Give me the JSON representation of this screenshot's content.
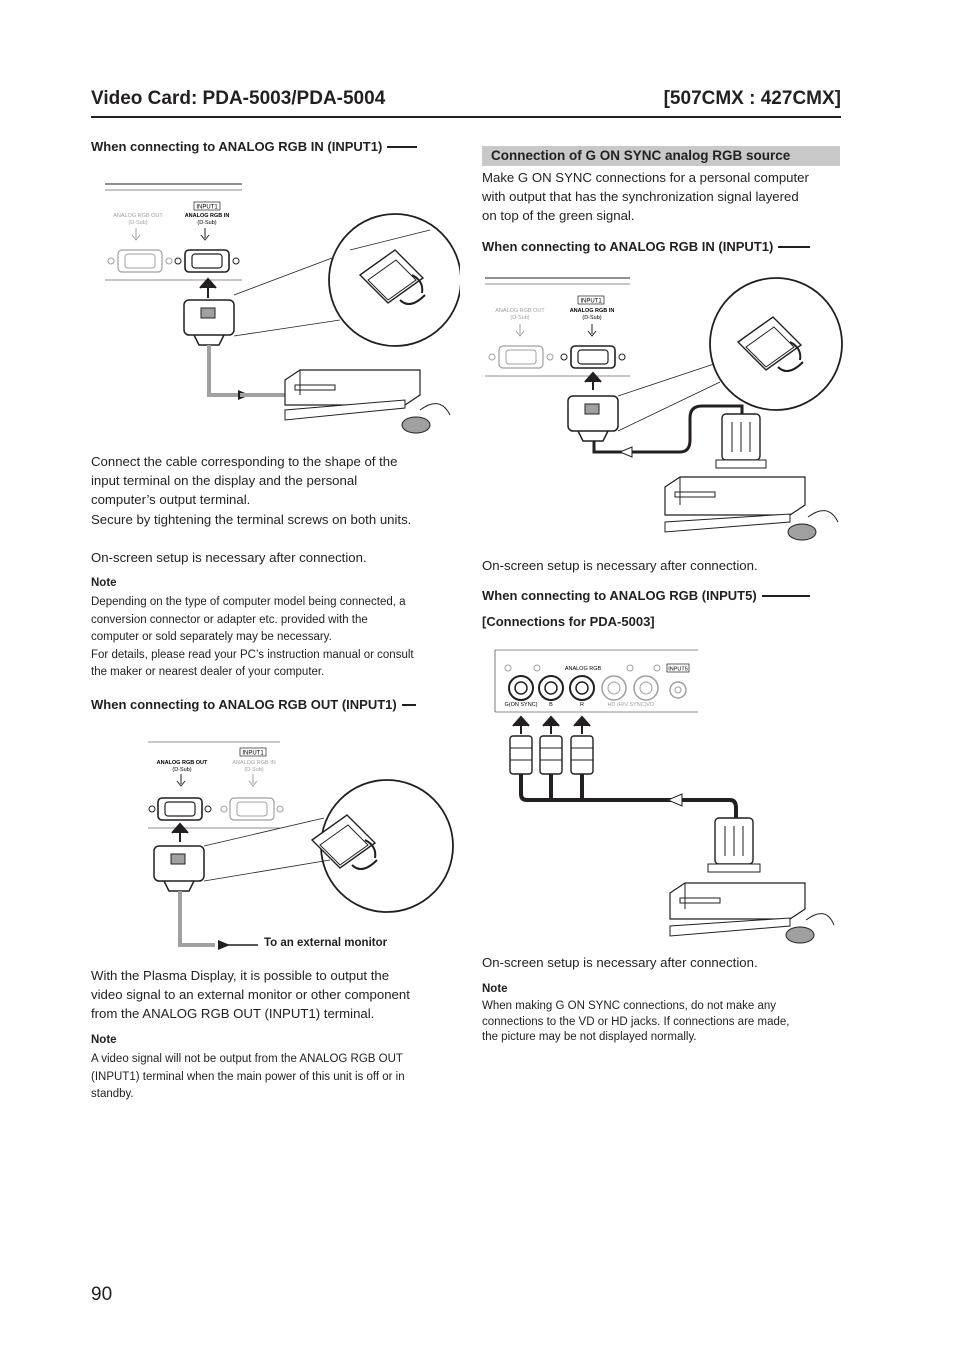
{
  "header": {
    "title": "Video Card: PDA-5003/PDA-5004",
    "models": "[507CMX : 427CMX]"
  },
  "left": {
    "section1_heading": "When connecting to ANALOG RGB IN (INPUT1)",
    "diagram1": {
      "input_tag": "INPUT1",
      "out_label": "ANALOG RGB OUT",
      "out_sub": "(D-Sub)",
      "in_label": "ANALOG RGB IN",
      "in_sub": "(D-Sub)"
    },
    "para1": [
      "Connect the cable corresponding to the shape of the",
      "input terminal on the display and the personal",
      "computer’s output terminal.",
      "Secure by tightening the terminal screws on both units."
    ],
    "para2": "On-screen setup is necessary after connection.",
    "note1_label": "Note",
    "note1": [
      "Depending on the type of computer model being connected, a",
      "conversion connector or adapter etc. provided with the",
      "computer or sold separately may be necessary.",
      "For details, please read your PC’s instruction manual or consult",
      "the maker or nearest dealer of your computer."
    ],
    "section2_heading": "When connecting to ANALOG RGB OUT (INPUT1)",
    "diagram2": {
      "input_tag": "INPUT1",
      "out_label": "ANALOG RGB OUT",
      "out_sub": "(D-Sub)",
      "in_label": "ANALOG RGB IN",
      "in_sub": "(D-Sub)",
      "monitor_caption": "To an external monitor"
    },
    "para3": [
      "With the Plasma Display, it is possible to output the",
      "video signal to an external monitor or other component",
      "from the ANALOG RGB OUT (INPUT1) terminal."
    ],
    "note2_label": "Note",
    "note2": [
      "A video signal will not be output from the ANALOG RGB OUT",
      "(INPUT1) terminal when the main power of this unit is off or in",
      "standby."
    ]
  },
  "right": {
    "box_heading": "Connection of G ON SYNC analog RGB source",
    "intro": [
      "Make G ON SYNC connections for a personal computer",
      "with output that has the synchronization signal layered",
      "on top of the green signal."
    ],
    "section3_heading": "When connecting to ANALOG RGB IN (INPUT1)",
    "diagram3": {
      "input_tag": "INPUT1",
      "out_label": "ANALOG RGB OUT",
      "out_sub": "(D-Sub)",
      "in_label": "ANALOG RGB IN",
      "in_sub": "(D-Sub)"
    },
    "para4": "On-screen setup is necessary after connection.",
    "section4_heading": "When connecting to ANALOG RGB (INPUT5)",
    "section4_sub": "[Connections for PDA-5003]",
    "diagram4": {
      "panel_label": "ANALOG RGB",
      "input_tag": "INPUT5",
      "jack_g": "G(ON SYNC)",
      "jack_b": "B",
      "jack_r": "R",
      "jack_hd": "HD (H/V SYNC)",
      "jack_vd": "VD"
    },
    "para5": "On-screen setup is necessary after connection.",
    "note3_label": "Note",
    "note3": [
      "When making G ON SYNC connections, do not make any",
      "connections to the VD or HD jacks. If connections are made,",
      "the picture may be not displayed normally."
    ]
  },
  "footer": {
    "page_number": "90"
  }
}
